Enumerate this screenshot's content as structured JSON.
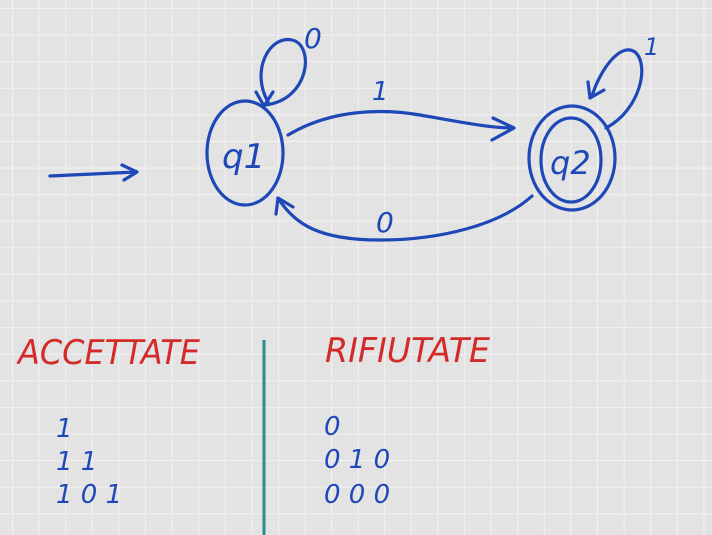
{
  "diagram": {
    "states": [
      {
        "id": "q1",
        "label": "q1",
        "accepting": false,
        "initial": true
      },
      {
        "id": "q2",
        "label": "q2",
        "accepting": true,
        "initial": false
      }
    ],
    "transitions": [
      {
        "from": "q1",
        "to": "q1",
        "symbol": "0"
      },
      {
        "from": "q1",
        "to": "q2",
        "symbol": "1"
      },
      {
        "from": "q2",
        "to": "q2",
        "symbol": "1"
      },
      {
        "from": "q2",
        "to": "q1",
        "symbol": "0"
      }
    ]
  },
  "accepted": {
    "title": "ACCETTATE",
    "strings": [
      "1",
      "1 1",
      "1 0 1"
    ]
  },
  "rejected": {
    "title": "RIFIUTATE",
    "strings": [
      "0",
      "0 1 0",
      "0 0 0"
    ]
  },
  "colors": {
    "ink": "#1e48b8",
    "heading": "#d42a2a",
    "divider": "#2a8c8c",
    "paper": "#e3e3e3"
  }
}
